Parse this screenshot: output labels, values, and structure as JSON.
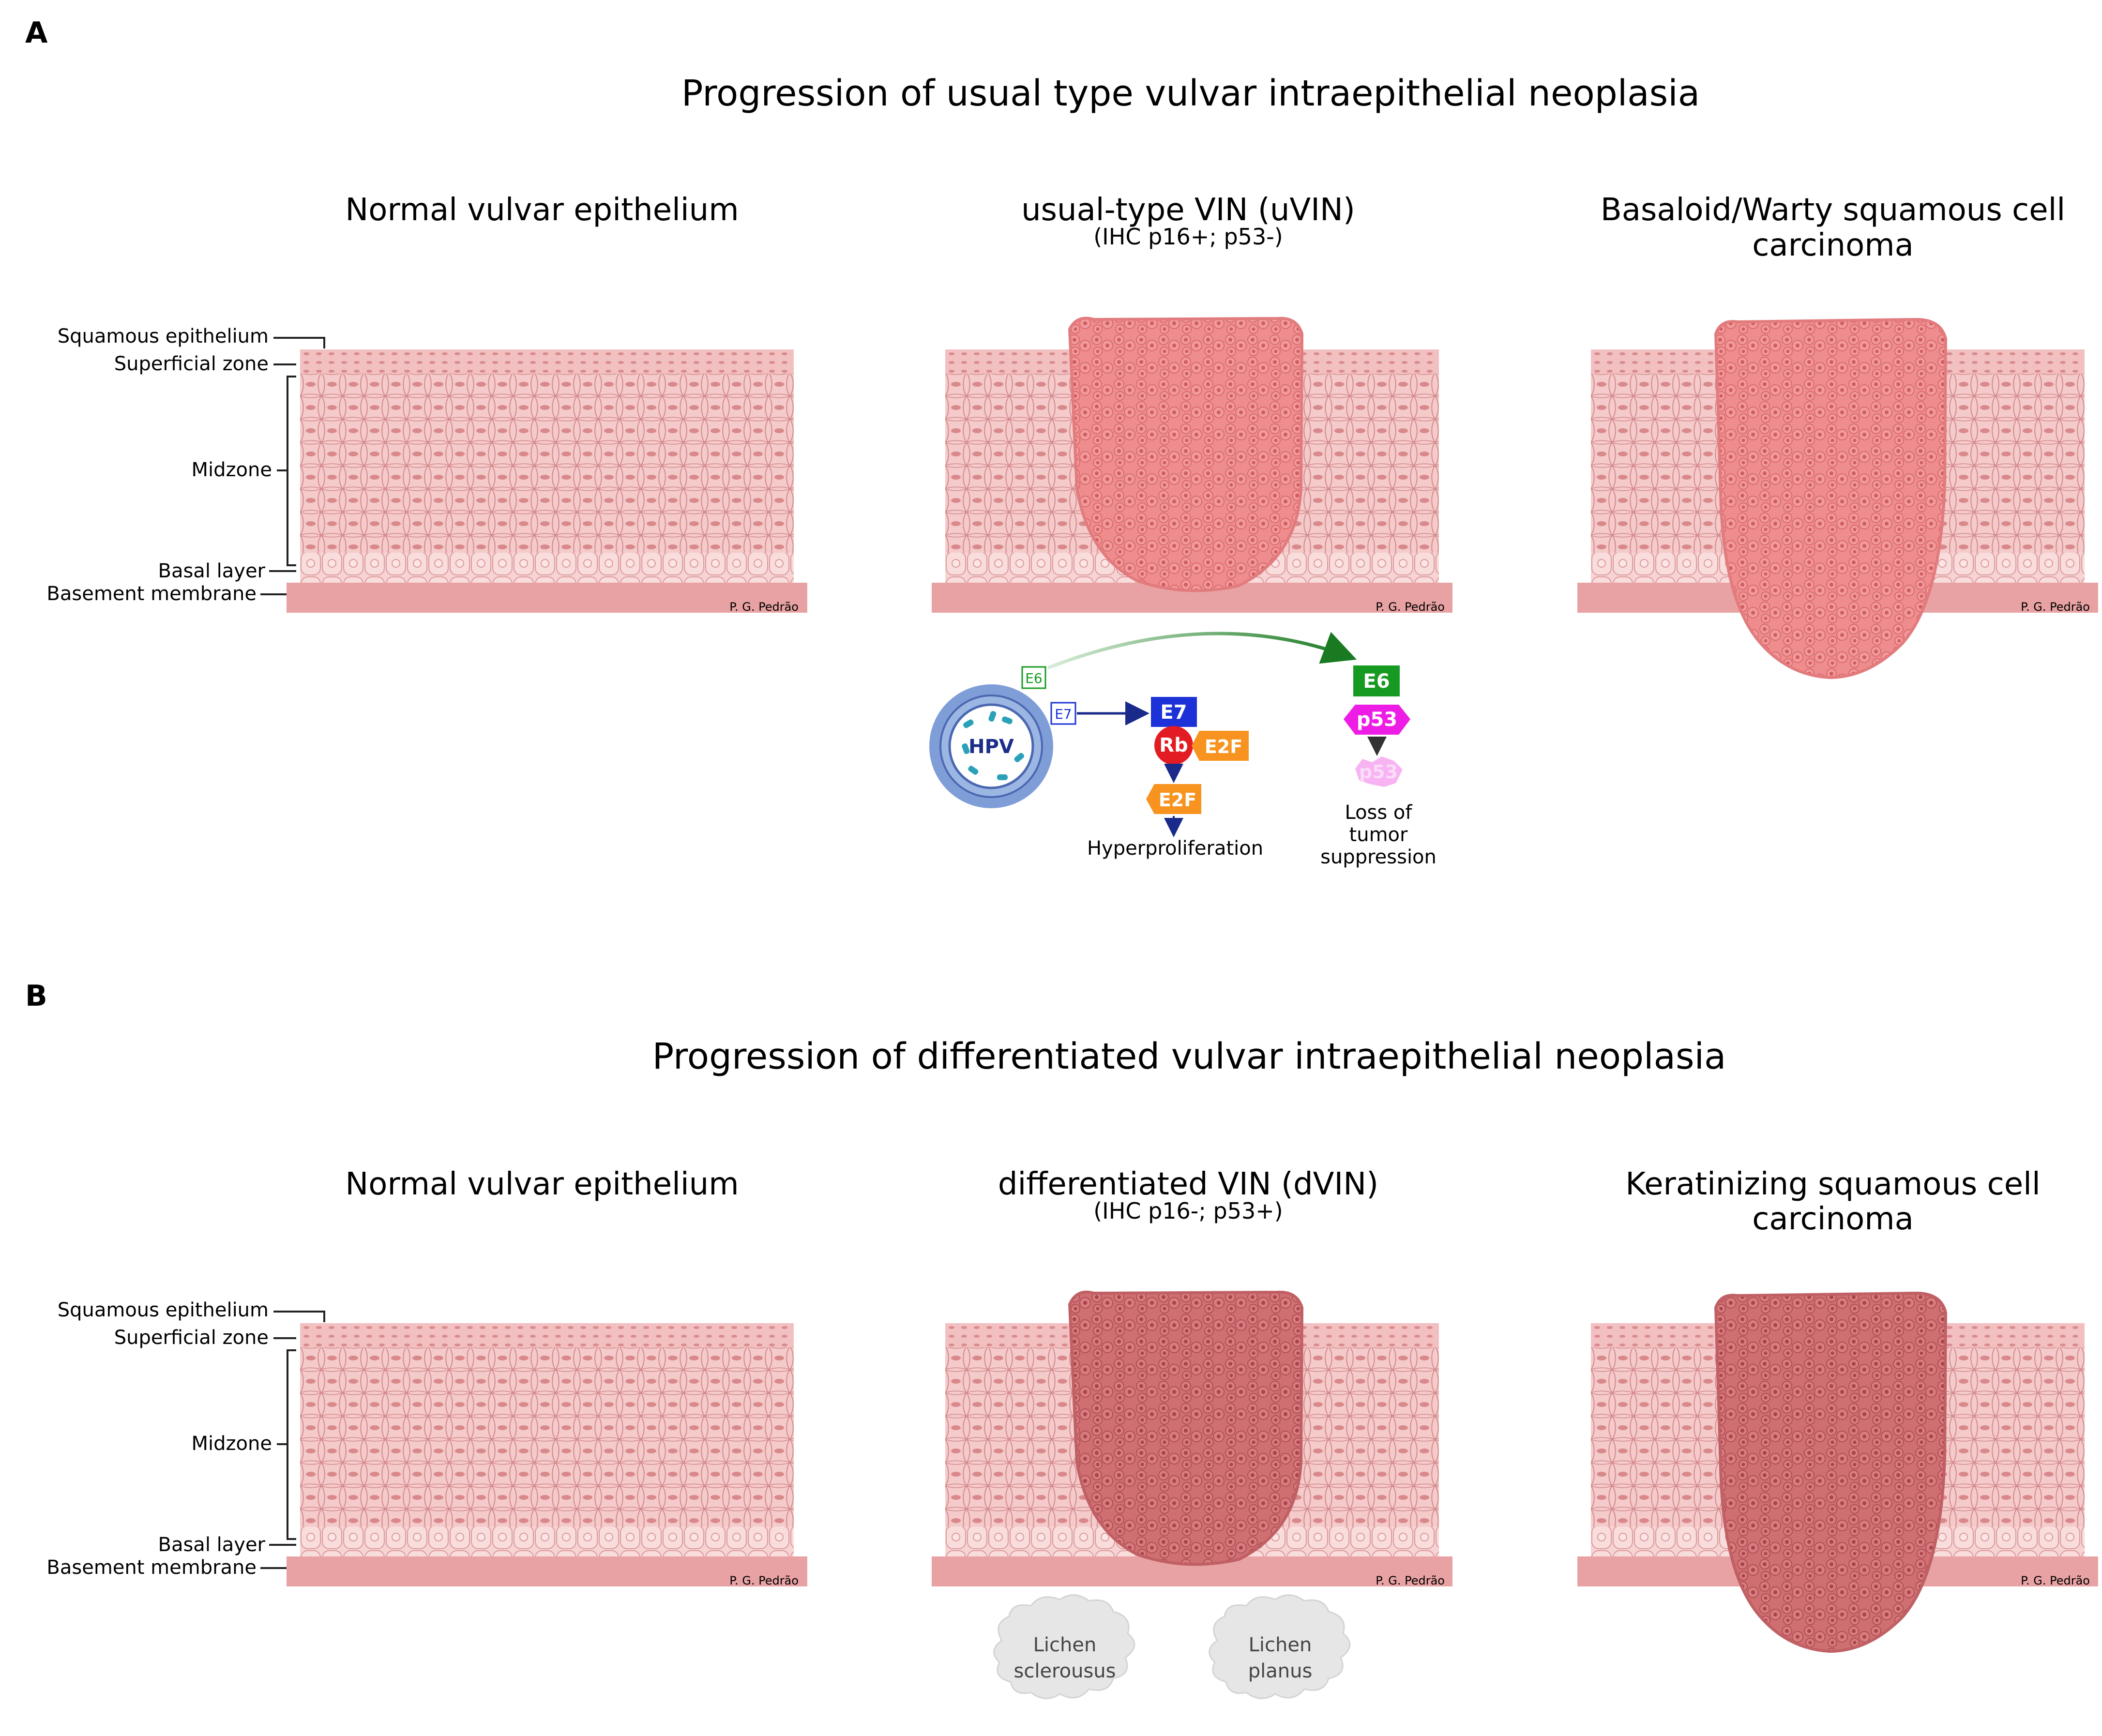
{
  "panelA": {
    "letter": "A",
    "title": "Progression of usual type vulvar intraepithelial neoplasia",
    "col1_title": "Normal vulvar epithelium",
    "col2_title": "usual-type VIN (uVIN)",
    "col2_subtitle": "(IHC p16+; p53-)",
    "col3_title_1": "Basaloid/Warty squamous cell",
    "col3_title_2": "carcinoma"
  },
  "panelB": {
    "letter": "B",
    "title": "Progression of differentiated vulvar intraepithelial neoplasia",
    "col1_title": "Normal vulvar epithelium",
    "col2_title": "differentiated VIN (dVIN)",
    "col2_subtitle": "(IHC p16-; p53+)",
    "col3_title_1": "Keratinizing squamous cell",
    "col3_title_2": "carcinoma"
  },
  "layers": {
    "squamous": "Squamous epithelium",
    "superficial": "Superficial zone",
    "midzone": "Midzone",
    "basal": "Basal layer",
    "basement": "Basement membrane"
  },
  "credit": "P. G. Pedrão",
  "hpv": {
    "virus": "HPV",
    "e6": "E6",
    "e7": "E7",
    "rb": "Rb",
    "e2f": "E2F",
    "p53": "p53",
    "hyper": "Hyperproliferation",
    "loss1": "Loss of",
    "loss2": "tumor",
    "loss3": "suppression"
  },
  "lichen": {
    "a1": "Lichen",
    "a2": "sclerousus",
    "b1": "Lichen",
    "b2": "planus"
  },
  "colors": {
    "epithelium": "#f3c4c4",
    "basement": "#e8a2a3",
    "uvin": "#ef8d8e",
    "dvin": "#cf6f72",
    "e7_box": "#1c32d8",
    "e6_box": "#179a22",
    "rb": "#e31b23",
    "e2f": "#f7931e",
    "p53": "#ee1de6"
  }
}
